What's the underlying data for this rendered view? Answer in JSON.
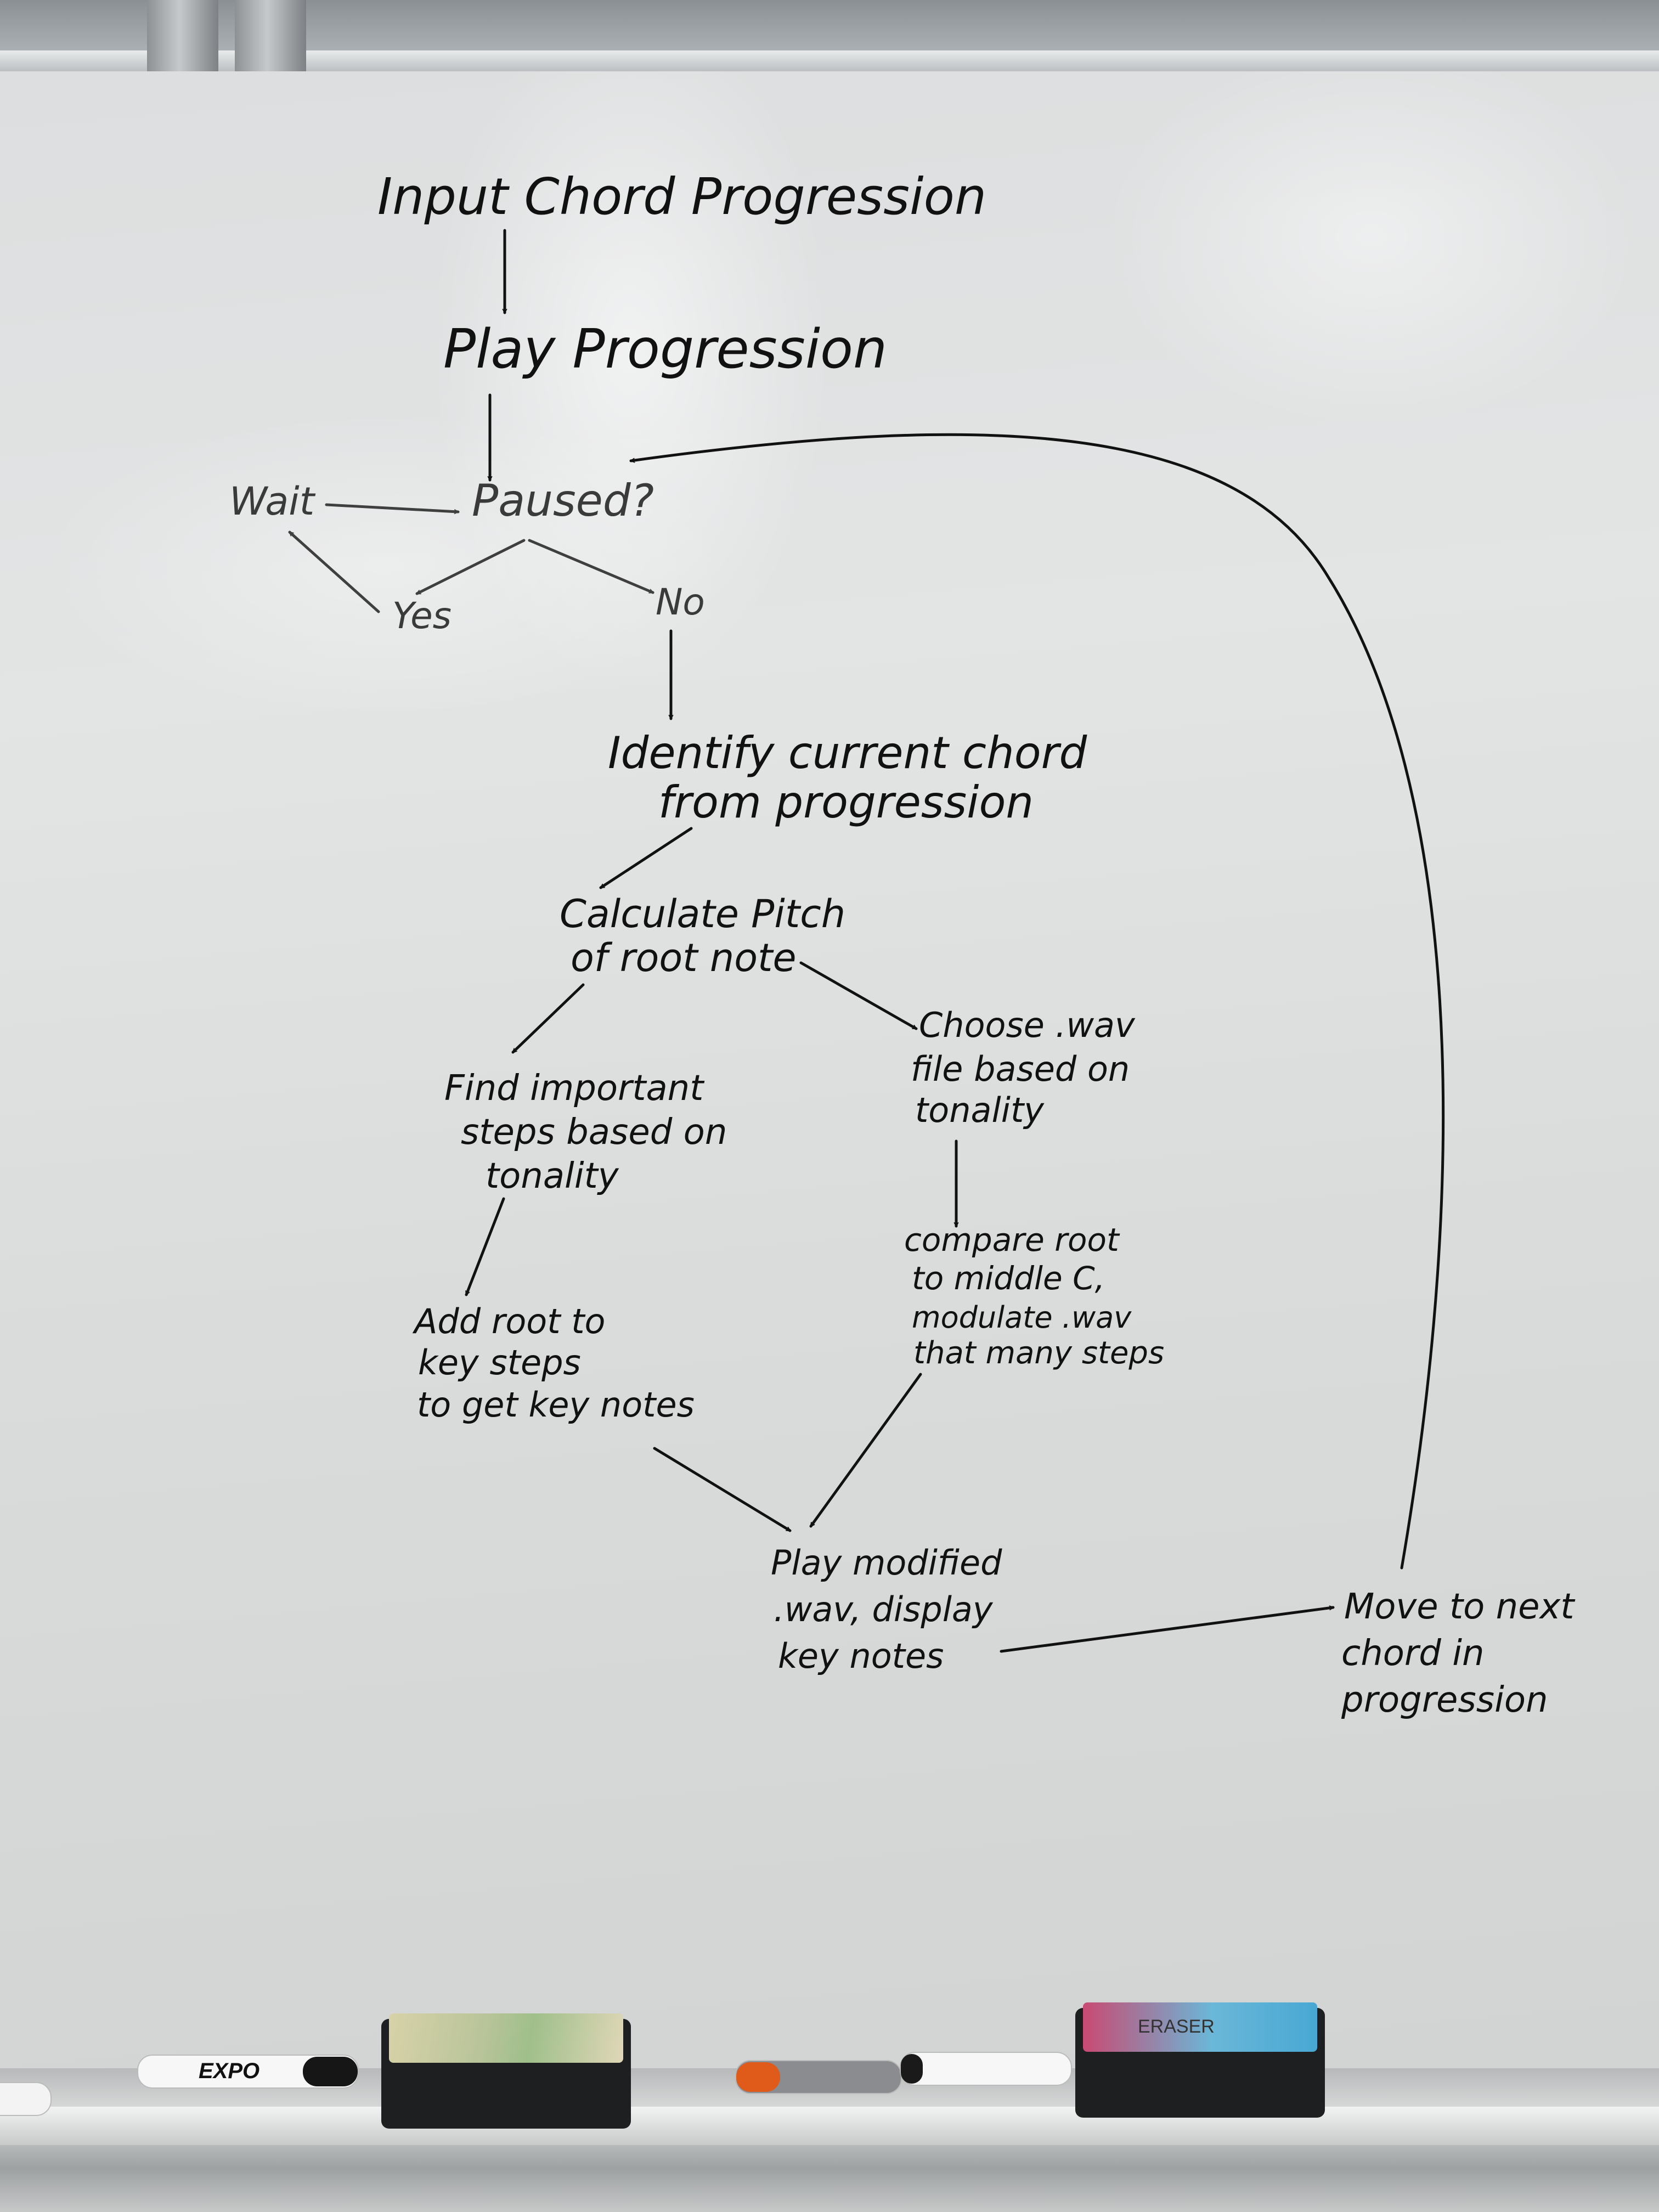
{
  "diagram": {
    "nodes": {
      "input": "Input Chord Progression",
      "play": "Play Progression",
      "paused": "Paused?",
      "wait": "Wait",
      "yes": "Yes",
      "no": "No",
      "identify_line1": "Identify current chord",
      "identify_line2": "from progression",
      "calc_line1": "Calculate Pitch",
      "calc_line2": "of root note",
      "find_line1": "Find important",
      "find_line2": "steps based on",
      "find_line3": "tonality",
      "choose_line1": "Choose .wav",
      "choose_line2": "file based on",
      "choose_line3": "tonality",
      "add_line1": "Add root to",
      "add_line2": "key steps",
      "add_line3": "to get key notes",
      "compare_line1": "compare root",
      "compare_line2": "to middle C,",
      "compare_line3": "modulate .wav",
      "compare_line4": "that many steps",
      "play_mod_line1": "Play modified",
      "play_mod_line2": ".wav, display",
      "play_mod_line3": "key notes",
      "move_line1": "Move to next",
      "move_line2": "chord in",
      "move_line3": "progression"
    },
    "colors": {
      "ink": "#111111",
      "board": "#dfe1e1"
    }
  },
  "tray": {
    "marker_brand": "EXPO",
    "eraser_label": "ERASER"
  }
}
